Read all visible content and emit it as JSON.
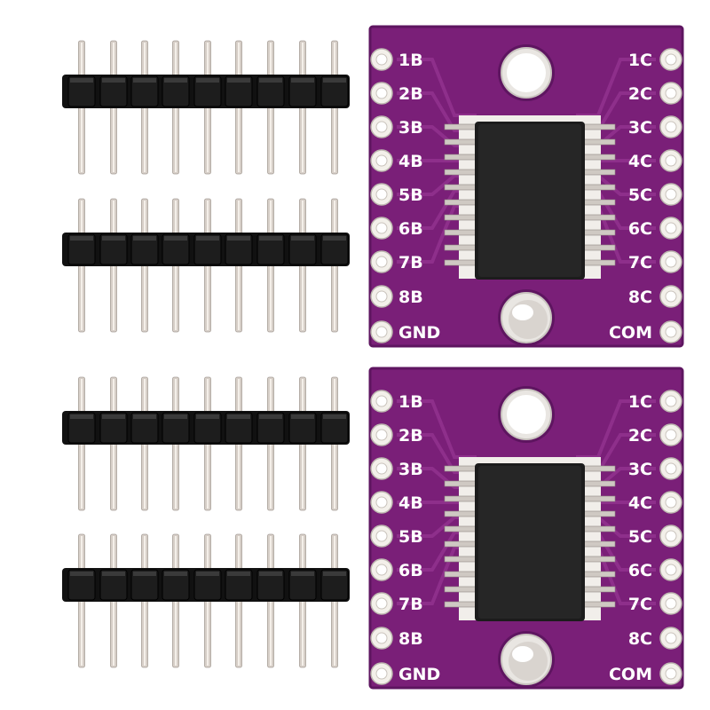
{
  "scene": {
    "background": "#ffffff",
    "pin_header_count": 4,
    "pins_per_header": 9,
    "board_count": 2
  },
  "colors": {
    "board": "#7a1f78",
    "board_dark": "#5e1560",
    "trace": "#8e2f8b",
    "pad": "#f3f0ea",
    "chip": "#1c1c1c",
    "pin_plastic": "#111111",
    "pin_metal": "#d7cfc8"
  },
  "boards": [
    {
      "left_labels": [
        "1B",
        "2B",
        "3B",
        "4B",
        "5B",
        "6B",
        "7B",
        "8B",
        "GND"
      ],
      "right_labels": [
        "1C",
        "2C",
        "3C",
        "4C",
        "5C",
        "6C",
        "7C",
        "8C",
        "COM"
      ],
      "chip_icon": "ic-chip-icon",
      "hole_icon": "mounting-hole-icon"
    },
    {
      "left_labels": [
        "1B",
        "2B",
        "3B",
        "4B",
        "5B",
        "6B",
        "7B",
        "8B",
        "GND"
      ],
      "right_labels": [
        "1C",
        "2C",
        "3C",
        "4C",
        "5C",
        "6C",
        "7C",
        "8C",
        "COM"
      ],
      "chip_icon": "ic-chip-icon",
      "hole_icon": "mounting-hole-icon"
    }
  ]
}
